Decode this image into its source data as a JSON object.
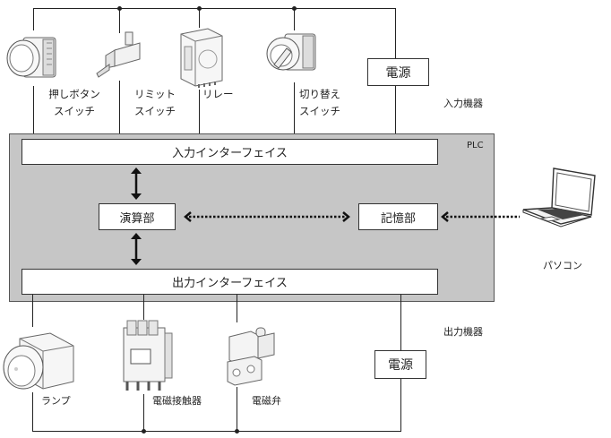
{
  "diagram": {
    "title": "PLC",
    "input_section_label": "入力機器",
    "output_section_label": "出力機器",
    "input_devices": [
      {
        "name": "押しボタンスイッチ",
        "line1": "押しボタン",
        "line2": "スイッチ",
        "icon": "push-button-switch-icon"
      },
      {
        "name": "リミットスイッチ",
        "line1": "リミット",
        "line2": "スイッチ",
        "icon": "limit-switch-icon"
      },
      {
        "name": "リレー",
        "line1": "リレー",
        "line2": "",
        "icon": "relay-icon"
      },
      {
        "name": "切り替えスイッチ",
        "line1": "切り替え",
        "line2": "スイッチ",
        "icon": "selector-switch-icon"
      }
    ],
    "input_power": "電源",
    "output_power": "電源",
    "input_interface": "入力インターフェイス",
    "output_interface": "出力インターフェイス",
    "cpu": "演算部",
    "memory": "記憶部",
    "computer": {
      "label": "パソコン",
      "icon": "laptop-icon"
    },
    "output_devices": [
      {
        "name": "ランプ",
        "icon": "lamp-icon"
      },
      {
        "name": "電磁接触器",
        "icon": "magnetic-contactor-icon"
      },
      {
        "name": "電磁弁",
        "icon": "solenoid-valve-icon"
      }
    ],
    "colors": {
      "plc_background": "#c6c6c6",
      "line": "#222222",
      "box": "#ffffff"
    }
  }
}
